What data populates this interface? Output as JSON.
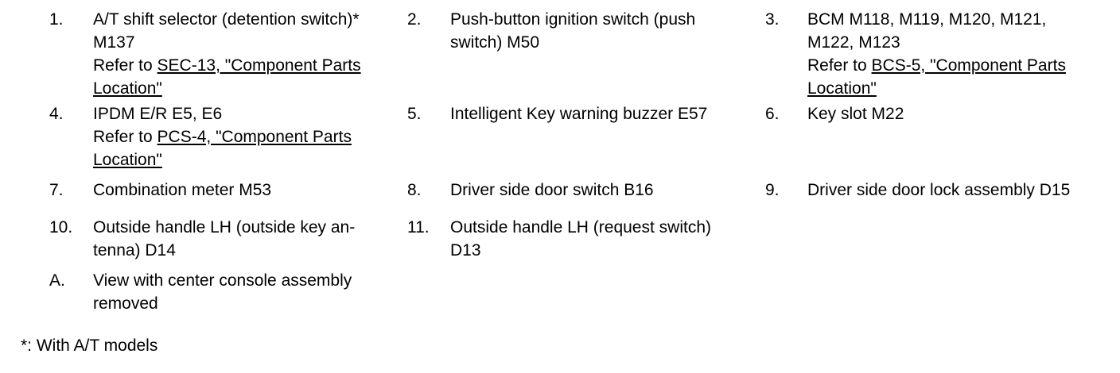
{
  "legend": {
    "rows": [
      {
        "items": [
          {
            "num": "1.",
            "lines": [
              "A/T shift selector (detention switch)*",
              "M137"
            ],
            "ref_prefix": "Refer to ",
            "ref_link_lines": [
              "SEC-13, \"Component Parts",
              "Location\""
            ]
          },
          {
            "num": "2.",
            "lines": [
              "Push-button ignition switch (push",
              "switch) M50"
            ]
          },
          {
            "num": "3.",
            "lines": [
              "BCM M118, M119, M120, M121,",
              "M122, M123"
            ],
            "ref_prefix": "Refer to ",
            "ref_link_lines": [
              "BCS-5, \"Component Parts",
              "Location\""
            ]
          }
        ]
      },
      {
        "items": [
          {
            "num": "4.",
            "lines": [
              "IPDM E/R E5, E6"
            ],
            "ref_prefix": "Refer to ",
            "ref_link_lines": [
              "PCS-4, \"Component Parts",
              "Location\""
            ]
          },
          {
            "num": "5.",
            "lines": [
              "Intelligent Key warning buzzer E57"
            ]
          },
          {
            "num": "6.",
            "lines": [
              "Key slot M22"
            ]
          }
        ]
      },
      {
        "items": [
          {
            "num": "7.",
            "lines": [
              "Combination meter M53"
            ]
          },
          {
            "num": "8.",
            "lines": [
              "Driver side door switch B16"
            ]
          },
          {
            "num": "9.",
            "lines": [
              "Driver side door lock assembly D15"
            ]
          }
        ]
      },
      {
        "items": [
          {
            "num": "10.",
            "lines": [
              "Outside handle LH (outside key an-",
              "tenna) D14"
            ]
          },
          {
            "num": "11.",
            "lines": [
              "Outside handle LH (request switch)",
              "D13"
            ]
          }
        ]
      },
      {
        "items": [
          {
            "num": "A.",
            "lines": [
              "View with center console assembly",
              "removed"
            ]
          }
        ]
      }
    ]
  },
  "footnote": "*: With A/T models"
}
